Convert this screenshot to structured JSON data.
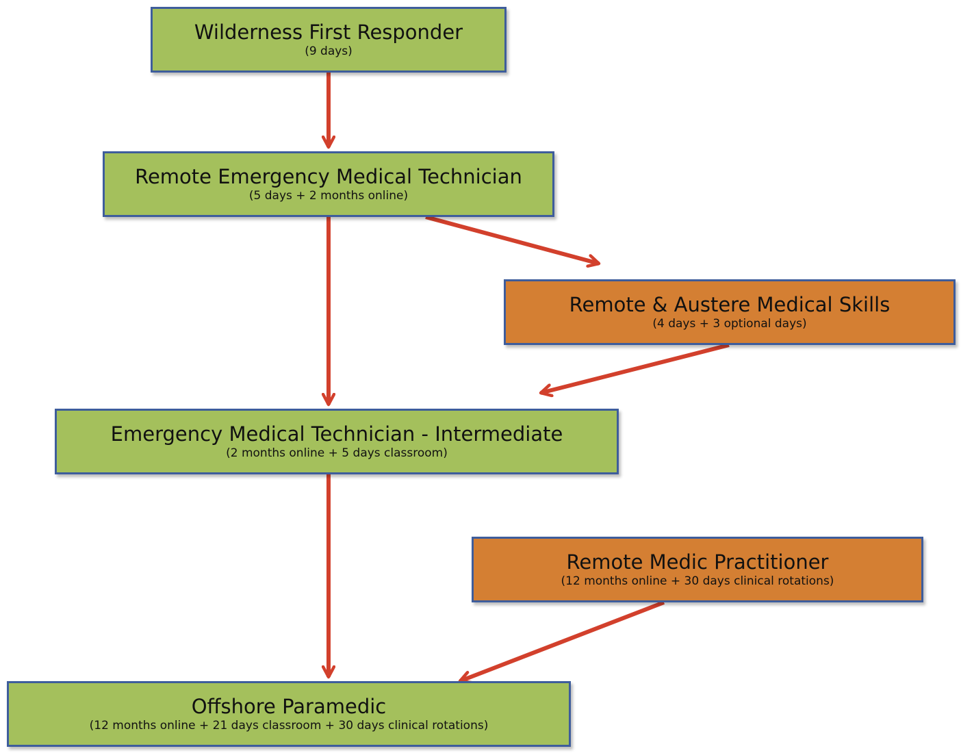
{
  "colors": {
    "core_course": "#a4c05c",
    "supplemental_course": "#d47f33",
    "border": "#3e5d9c",
    "arrow": "#d2402c"
  },
  "nodes": [
    {
      "id": "wfr",
      "title": "Wilderness First Responder",
      "duration": "(9 days)"
    },
    {
      "id": "remt",
      "title": "Remote Emergency Medical Technician",
      "duration": "(5 days + 2 months online)"
    },
    {
      "id": "rams",
      "title": "Remote & Austere Medical Skills",
      "duration": "(4 days + 3 optional days)"
    },
    {
      "id": "emti",
      "title": "Emergency Medical Technician - Intermediate",
      "duration": "(2 months online + 5 days classroom)"
    },
    {
      "id": "rmp",
      "title": "Remote Medic Practitioner",
      "duration": "(12 months online + 30 days clinical rotations)"
    },
    {
      "id": "op",
      "title": "Offshore Paramedic",
      "duration": "(12 months online + 21 days classroom + 30 days clinical rotations)"
    }
  ],
  "edges": [
    {
      "from": "wfr",
      "to": "remt"
    },
    {
      "from": "remt",
      "to": "emti"
    },
    {
      "from": "remt",
      "to": "rams"
    },
    {
      "from": "rams",
      "to": "emti"
    },
    {
      "from": "emti",
      "to": "op"
    },
    {
      "from": "rmp",
      "to": "op"
    }
  ]
}
